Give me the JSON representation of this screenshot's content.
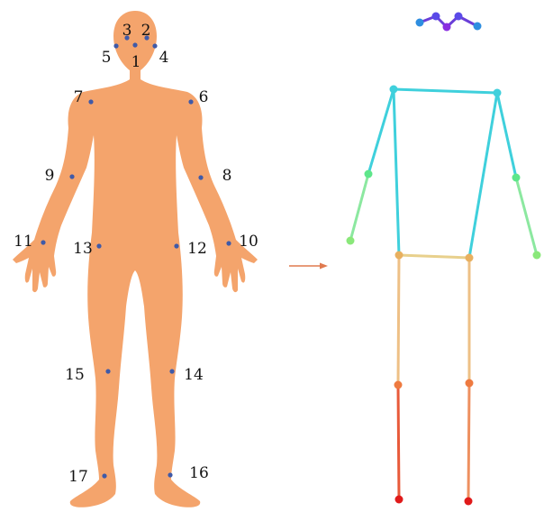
{
  "colors": {
    "body_fill": "#f4a46c",
    "keypoint_dot": "#3f5aa8",
    "arrow": "#e07a4f"
  },
  "keypoints": [
    {
      "id": "1",
      "label": "1"
    },
    {
      "id": "2",
      "label": "2"
    },
    {
      "id": "3",
      "label": "3"
    },
    {
      "id": "4",
      "label": "4"
    },
    {
      "id": "5",
      "label": "5"
    },
    {
      "id": "6",
      "label": "6"
    },
    {
      "id": "7",
      "label": "7"
    },
    {
      "id": "8",
      "label": "8"
    },
    {
      "id": "9",
      "label": "9"
    },
    {
      "id": "10",
      "label": "10"
    },
    {
      "id": "11",
      "label": "11"
    },
    {
      "id": "12",
      "label": "12"
    },
    {
      "id": "13",
      "label": "13"
    },
    {
      "id": "14",
      "label": "14"
    },
    {
      "id": "15",
      "label": "15"
    },
    {
      "id": "16",
      "label": "16"
    },
    {
      "id": "17",
      "label": "17"
    }
  ],
  "skeleton": {
    "limb_colors": {
      "head": "#6a3fd8",
      "torso": "#3fd0dc",
      "forearm": "#8ce8a0",
      "hip": "#e8d08c",
      "thigh": "#eec086",
      "shin_right": "#ee9060",
      "shin_left": "#e85a3a"
    },
    "joint_colors": {
      "head_outer": "#2e8ee0",
      "head_mid": "#5a4ae8",
      "head_center": "#8a2ee0",
      "shoulder": "#3fd0dc",
      "elbow": "#5ee68a",
      "wrist": "#8ae87a",
      "hip": "#e8b060",
      "knee": "#ee7a40",
      "ankle": "#e01a1a"
    }
  }
}
